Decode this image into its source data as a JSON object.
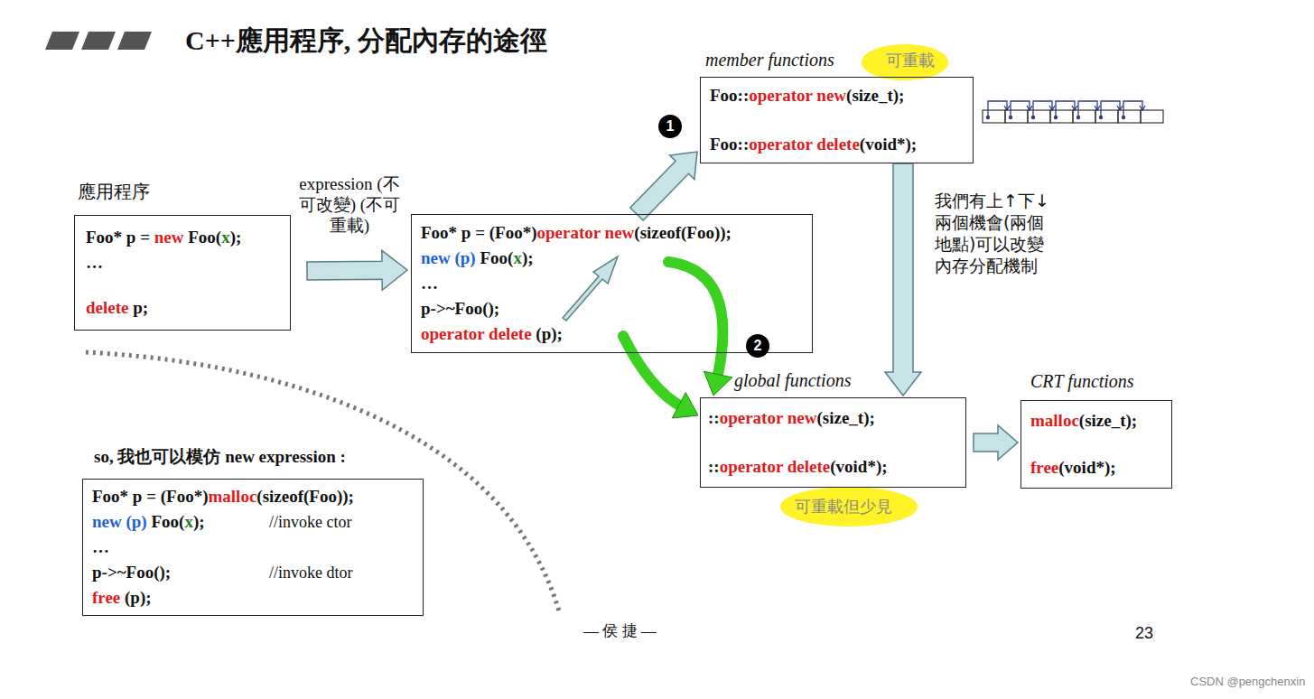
{
  "diagram": {
    "title": "C++應用程序, 分配內存的途徑",
    "nodes": [
      {
        "text": [
          "應用程序",
          "Foo* p = new Foo(x);",
          "…",
          "delete p;"
        ]
      },
      {
        "text": [
          "Foo* p = (Foo*)operator new(sizeof(Foo));",
          "new (p) Foo(x);",
          "…",
          "p->~Foo();",
          "operator delete (p);"
        ]
      },
      {
        "text": [
          "member functions",
          "可重載",
          "Foo::operator new(size_t);",
          "Foo::operator delete(void*);"
        ]
      },
      {
        "text": [
          "global functions",
          "::operator new(size_t);",
          "::operator delete(void*);",
          "可重載但少見"
        ]
      },
      {
        "text": [
          "CRT functions",
          "malloc(size_t);",
          "free(void*);"
        ]
      },
      {
        "text": [
          "so, 我也可以模仿 new expression :",
          "Foo* p = (Foo*)malloc(sizeof(Foo));",
          "new (p) Foo(x);",
          "//invoke ctor",
          "…",
          "p->~Foo();",
          "//invoke dtor",
          "free (p);"
        ]
      }
    ],
    "edges": [
      {
        "from": 0,
        "to": 1,
        "label": "expression (不可改變) (不可重載)",
        "arrow": "to"
      },
      {
        "from": 1,
        "to": 2,
        "arrow": "to"
      },
      {
        "from": 1,
        "to": 3,
        "arrow": "to"
      },
      {
        "from": 1,
        "to": 3,
        "arrow": "to"
      },
      {
        "from": 2,
        "to": 3,
        "arrow": "to"
      },
      {
        "from": 3,
        "to": 4,
        "arrow": "to"
      }
    ],
    "labels": [
      "1",
      "2",
      "我們有上↑下↓ 兩個機會(兩個 地點)可以改變 內存分配機制",
      "— 侯 捷 —",
      "23",
      "CSDN @pengchenxin"
    ]
  }
}
